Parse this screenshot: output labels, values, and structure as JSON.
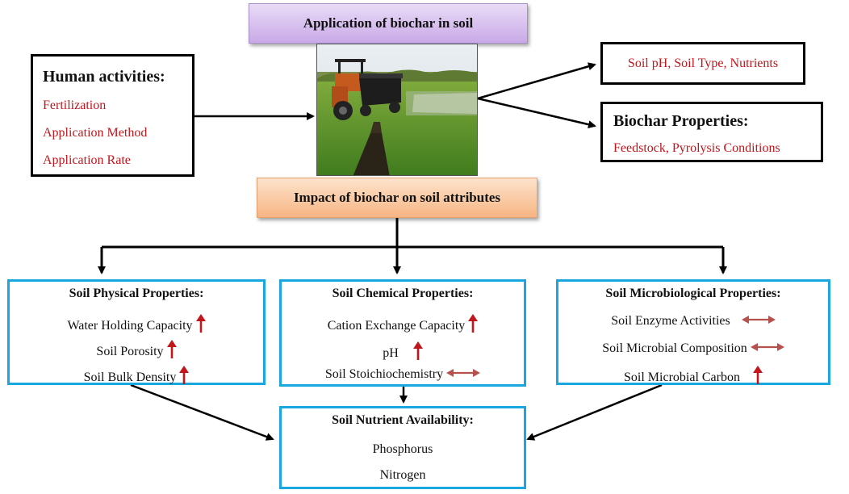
{
  "application_title": "Application of biochar in soil",
  "impact_title": "Impact of biochar on soil attributes",
  "human": {
    "heading": "Human activities:",
    "items": [
      "Fertilization",
      "Application Method",
      "Application Rate"
    ]
  },
  "soil_factors": "Soil pH, Soil Type, Nutrients",
  "biochar_props": {
    "heading": "Biochar Properties:",
    "detail": "Feedstock, Pyrolysis Conditions"
  },
  "physical": {
    "heading": "Soil Physical Properties:",
    "items": [
      {
        "label": "Water Holding Capacity",
        "trend": "up"
      },
      {
        "label": "Soil Porosity",
        "trend": "up"
      },
      {
        "label": "Soil Bulk Density",
        "trend": "up"
      }
    ]
  },
  "chemical": {
    "heading": "Soil Chemical Properties:",
    "items": [
      {
        "label": "Cation Exchange Capacity",
        "trend": "up"
      },
      {
        "label": "pH",
        "trend": "up"
      },
      {
        "label": "Soil Stoichiochemistry",
        "trend": "neutral"
      }
    ]
  },
  "microbiological": {
    "heading": "Soil Microbiological Properties:",
    "items": [
      {
        "label": "Soil Enzyme Activities",
        "trend": "neutral"
      },
      {
        "label": "Soil Microbial Composition",
        "trend": "neutral"
      },
      {
        "label": "Soil Microbial Carbon",
        "trend": "up"
      }
    ]
  },
  "nutrient": {
    "heading": "Soil Nutrient Availability:",
    "items": [
      "Phosphorus",
      "Nitrogen"
    ]
  },
  "colors": {
    "accent_red": "#c0161c",
    "box_blue": "#1aa7e0",
    "neutral_arrow": "#b5524e"
  }
}
